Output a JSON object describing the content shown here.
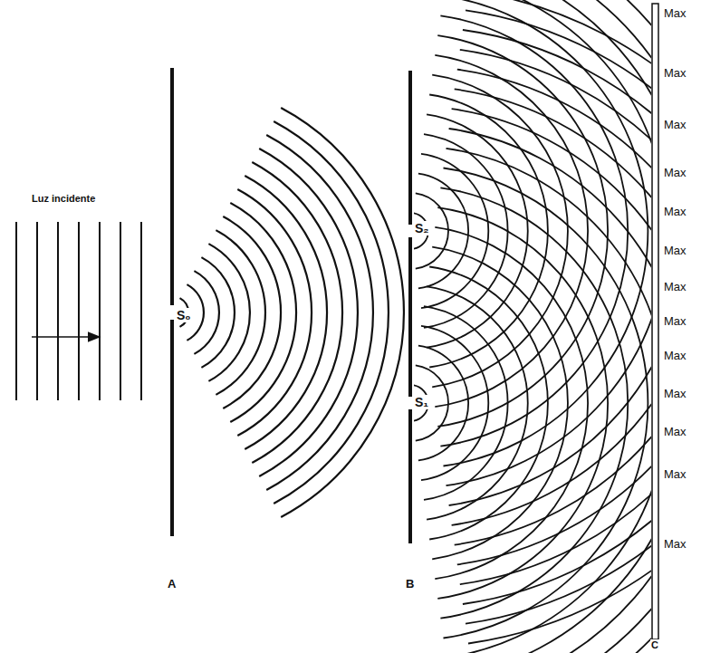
{
  "diagram": {
    "labels": [
      "Luz incidente",
      "S₀",
      "S₂",
      "S₁",
      "A",
      "B",
      "C",
      "Max",
      "Max",
      "Max",
      "Max",
      "Max",
      "Max",
      "Max",
      "Max",
      "Max",
      "Max",
      "Max",
      "Max",
      "Max"
    ]
  }
}
